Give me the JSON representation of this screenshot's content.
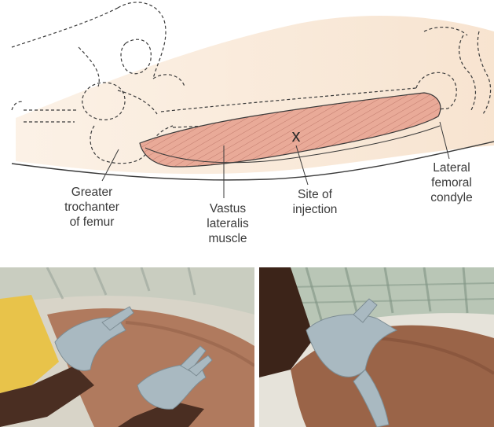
{
  "labels": {
    "greater_trochanter": [
      "Greater",
      "trochanter",
      "of femur"
    ],
    "vastus_lateralis": [
      "Vastus",
      "lateralis",
      "muscle"
    ],
    "site_of_injection": [
      "Site of",
      "injection"
    ],
    "lateral_femoral_condyle": [
      "Lateral",
      "femoral",
      "condyle"
    ]
  },
  "injection_marker": "x",
  "colors": {
    "skin_tint": "#f7e6d2",
    "muscle": "#e9aa98",
    "muscle_fiber": "#a0554a",
    "outline": "#3a3a3a",
    "glove": "#a9b9c1",
    "skin_dark": "#5a3a29",
    "sheet": "#dcd9cf"
  },
  "photos": [
    "photo-left",
    "photo-right"
  ]
}
